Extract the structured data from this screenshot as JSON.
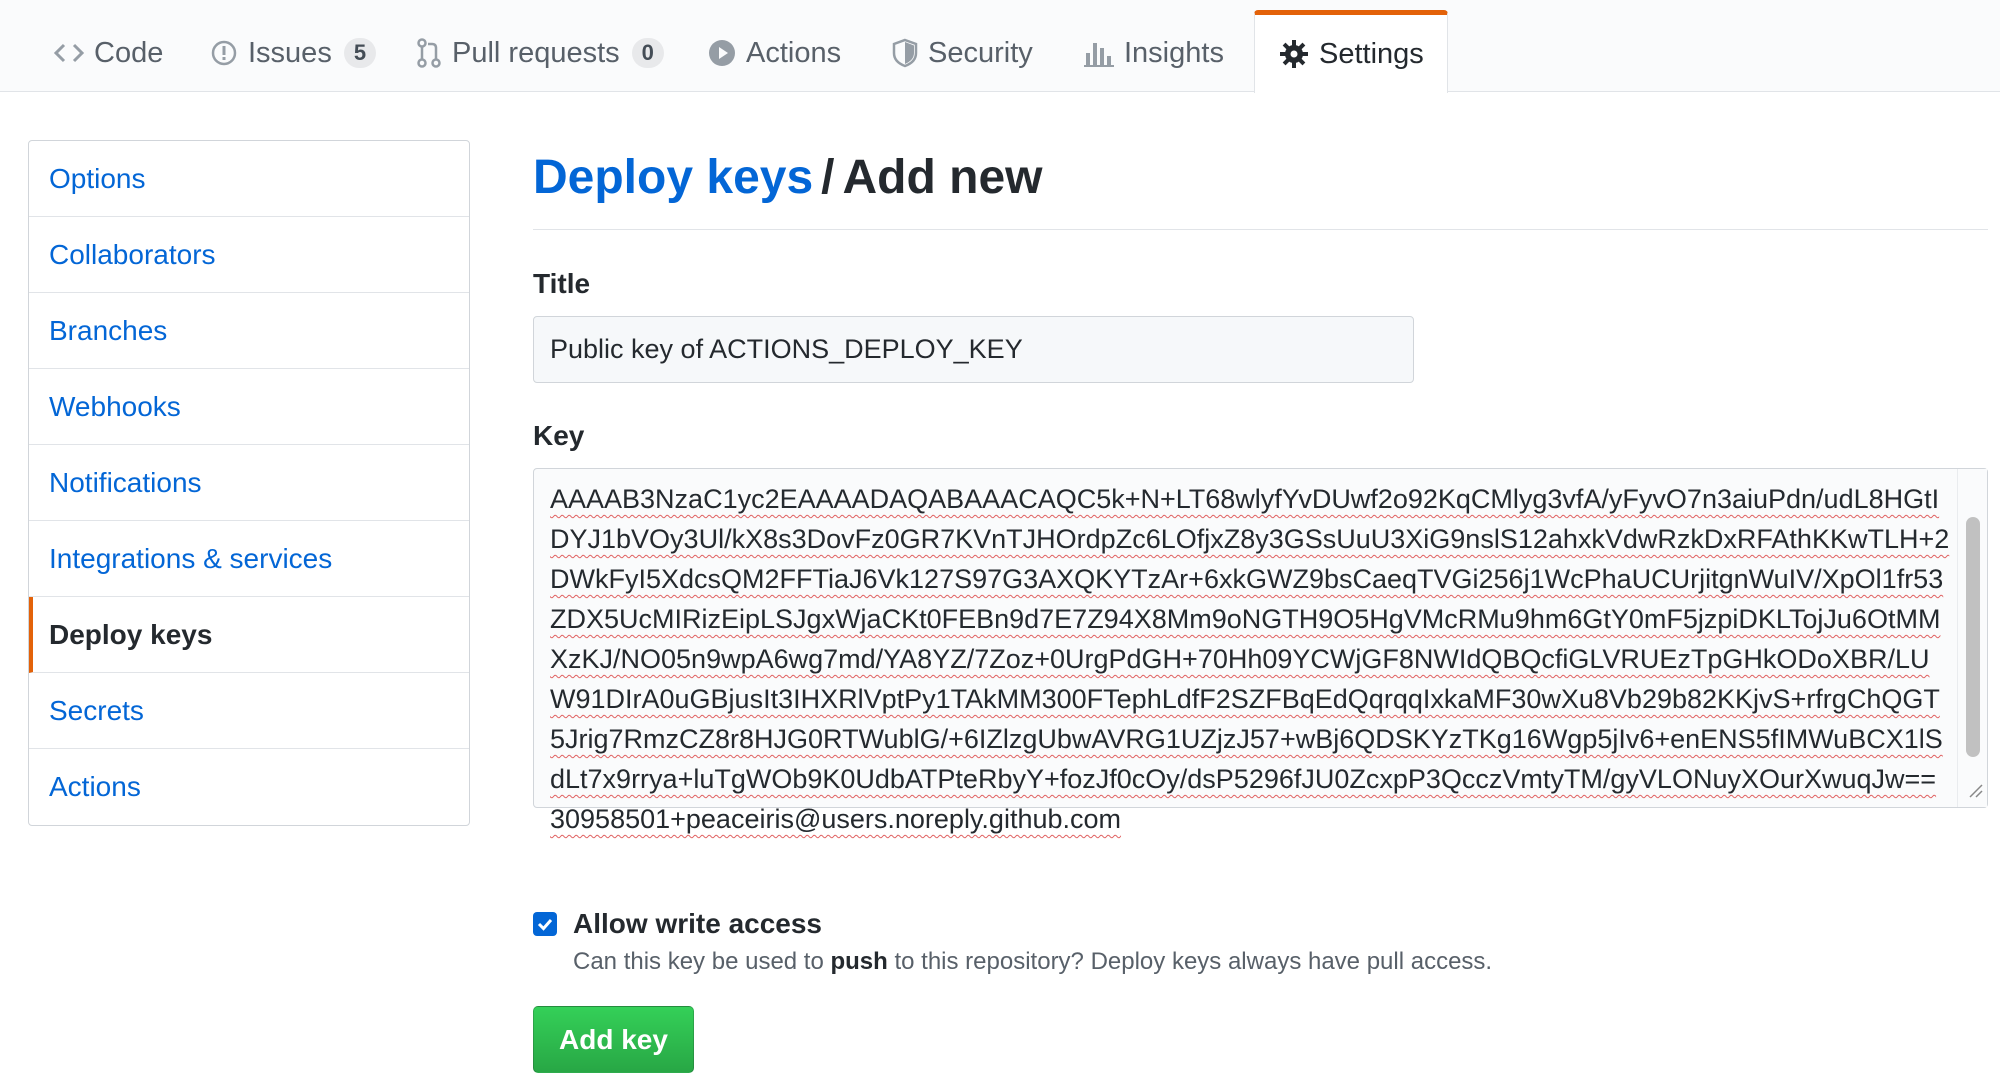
{
  "nav": {
    "tabs": [
      {
        "label": "Code",
        "icon": "code-icon"
      },
      {
        "label": "Issues",
        "icon": "issue-icon",
        "count": "5"
      },
      {
        "label": "Pull requests",
        "icon": "pull-request-icon",
        "count": "0"
      },
      {
        "label": "Actions",
        "icon": "play-icon"
      },
      {
        "label": "Security",
        "icon": "shield-icon"
      },
      {
        "label": "Insights",
        "icon": "graph-icon"
      },
      {
        "label": "Settings",
        "icon": "gear-icon",
        "selected": true
      }
    ]
  },
  "sidebar": {
    "items": [
      {
        "label": "Options"
      },
      {
        "label": "Collaborators"
      },
      {
        "label": "Branches"
      },
      {
        "label": "Webhooks"
      },
      {
        "label": "Notifications"
      },
      {
        "label": "Integrations & services"
      },
      {
        "label": "Deploy keys",
        "selected": true
      },
      {
        "label": "Secrets"
      },
      {
        "label": "Actions"
      }
    ]
  },
  "main": {
    "breadcrumb": {
      "link": "Deploy keys",
      "separator": "/",
      "current": "Add new"
    },
    "title_label": "Title",
    "title_value": "Public key of ACTIONS_DEPLOY_KEY",
    "key_label": "Key",
    "key_value": "AAAAB3NzaC1yc2EAAAADAQABAAACAQC5k+N+LT68wlyfYvDUwf2o92KqCMlyg3vfA/yFyvO7n3aiuPdn/udL8HGtIDYJ1bVOy3Ul/kX8s3DovFz0GR7KVnTJHOrdpZc6LOfjxZ8y3GSsUuU3XiG9nslS12ahxkVdwRzkDxRFAthKKwTLH+2DWkFyI5XdcsQM2FFTiaJ6Vk127S97G3AXQKYTzAr+6xkGWZ9bsCaeqTVGi256j1WcPhaUCUrjitgnWuIV/XpOl1fr53ZDX5UcMIRizEipLSJgxWjaCKt0FEBn9d7E7Z94X8Mm9oNGTH9O5HgVMcRMu9hm6GtY0mF5jzpiDKLTojJu6OtMMXzKJ/NO05n9wpA6wg7md/YA8YZ/7Zoz+0UrgPdGH+70Hh09YCWjGF8NWIdQBQcfiGLVRUEzTpGHkODoXBR/LUW91DIrA0uGBjusIt3IHXRlVptPy1TAkMM300FTephLdfF2SZFBqEdQqrqqIxkaMF30wXu8Vb29b82KKjvS+rfrgChQGT5Jrig7RmzCZ8r8HJG0RTWublG/+6IZlzgUbwAVRG1UZjzJ57+wBj6QDSKYzTKg16Wgp5jIv6+enENS5fIMWuBCX1lSdLt7x9rrya+luTgWOb9K0UdbATPteRbyY+fozJf0cOy/dsP5296fJU0ZcxpP3QcczVmtyTM/gyVLONuyXOurXwuqJw== 30958501+peaceiris@users.noreply.github.com",
    "allow_write_label": "Allow write access",
    "allow_write_checked": true,
    "allow_write_note_prefix": "Can this key be used to ",
    "allow_write_note_bold": "push",
    "allow_write_note_suffix": " to this repository? Deploy keys always have pull access.",
    "submit_label": "Add key"
  },
  "colors": {
    "link": "#0366d6",
    "accent_tab": "#e36209",
    "button_green": "#28a745"
  }
}
